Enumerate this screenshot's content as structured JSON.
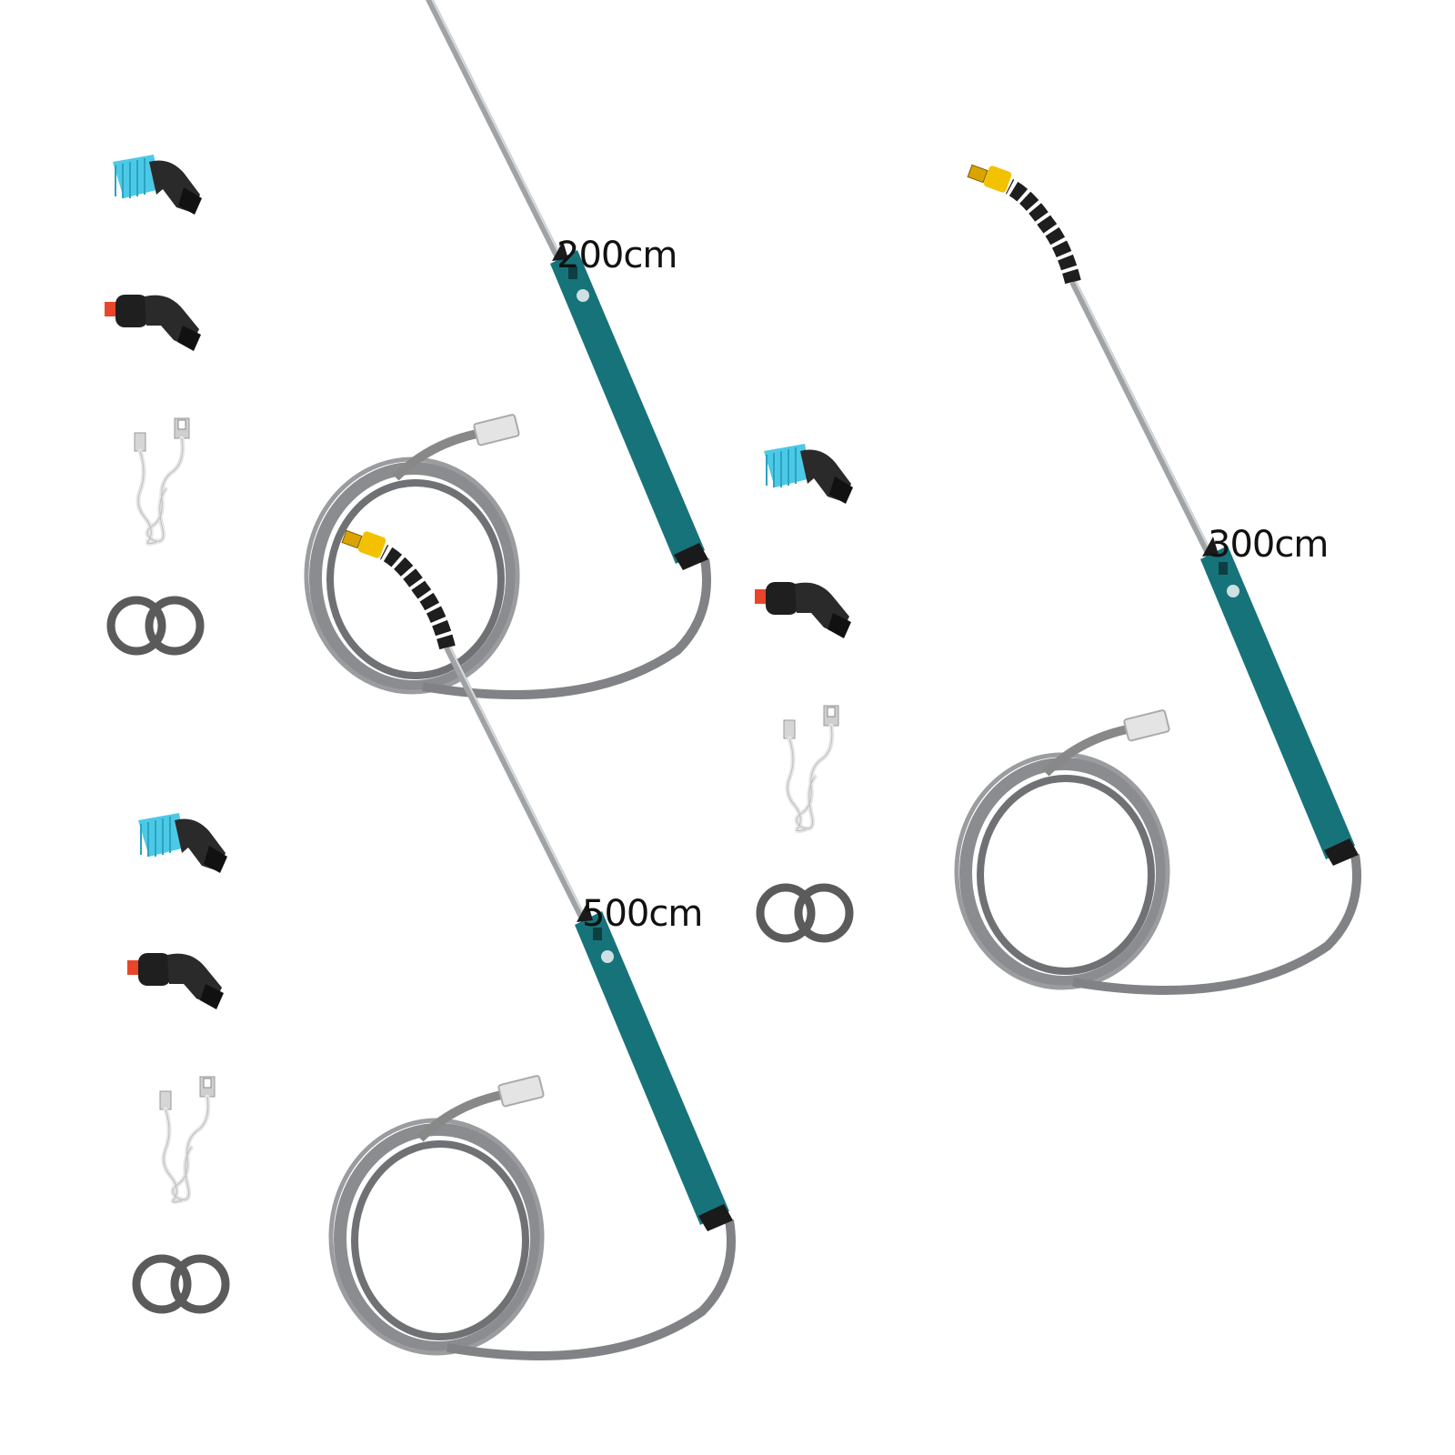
{
  "kits": [
    {
      "length_label": "200cm"
    },
    {
      "length_label": "300cm"
    },
    {
      "length_label": "500cm"
    }
  ],
  "colors": {
    "handle": "#17737a",
    "nozzle_cap": "#f2c200",
    "blue_nozzle": "#4cc9e6",
    "red_tip": "#e8452a",
    "hose": "#7d7f82",
    "washer": "#5b5b5b"
  },
  "icons": {
    "fan_nozzle": "blue-fan-nozzle-icon",
    "jet_nozzle": "red-jet-nozzle-icon",
    "usb_cable": "usb-cable-icon",
    "washers": "o-ring-washers-icon",
    "wand": "spray-wand-icon"
  }
}
